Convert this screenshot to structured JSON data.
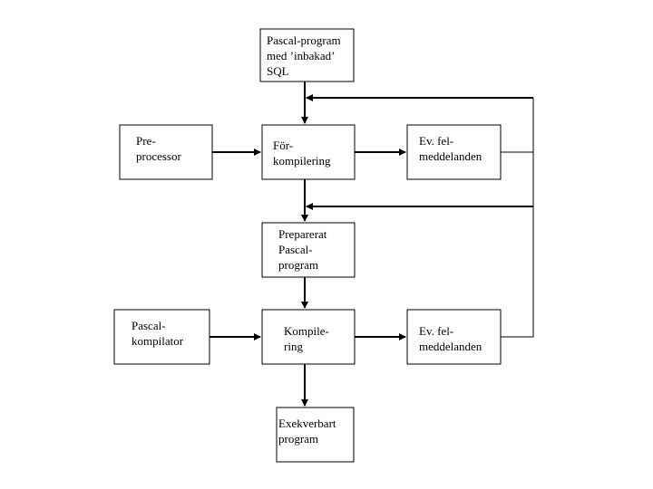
{
  "diagram": {
    "nodes": [
      {
        "id": "source",
        "lines": [
          "Pascal-program",
          "med ’inbakad’",
          "SQL"
        ]
      },
      {
        "id": "preprocessor",
        "lines": [
          "Pre-",
          "processor"
        ]
      },
      {
        "id": "precompile",
        "lines": [
          "För-",
          "kompilering"
        ]
      },
      {
        "id": "errors-1",
        "lines": [
          "Ev. fel-",
          "meddelanden"
        ]
      },
      {
        "id": "prepared",
        "lines": [
          "Preparerat",
          "Pascal-",
          "program"
        ]
      },
      {
        "id": "compiler",
        "lines": [
          "Pascal-",
          "kompilator"
        ]
      },
      {
        "id": "compile",
        "lines": [
          "Kompile-",
          "ring"
        ]
      },
      {
        "id": "errors-2",
        "lines": [
          "Ev. fel-",
          "meddelanden"
        ]
      },
      {
        "id": "executable",
        "lines": [
          "Exekverbart",
          "program"
        ]
      }
    ],
    "edges": [
      {
        "from": "source",
        "to": "precompile"
      },
      {
        "from": "preprocessor",
        "to": "precompile"
      },
      {
        "from": "precompile",
        "to": "errors-1"
      },
      {
        "from": "precompile",
        "to": "prepared"
      },
      {
        "from": "prepared",
        "to": "compile"
      },
      {
        "from": "compiler",
        "to": "compile"
      },
      {
        "from": "compile",
        "to": "errors-2"
      },
      {
        "from": "compile",
        "to": "executable"
      },
      {
        "from": "errors-1",
        "to": "precompile",
        "type": "feedback"
      },
      {
        "from": "errors-2",
        "to": "prepared",
        "type": "feedback"
      }
    ]
  }
}
